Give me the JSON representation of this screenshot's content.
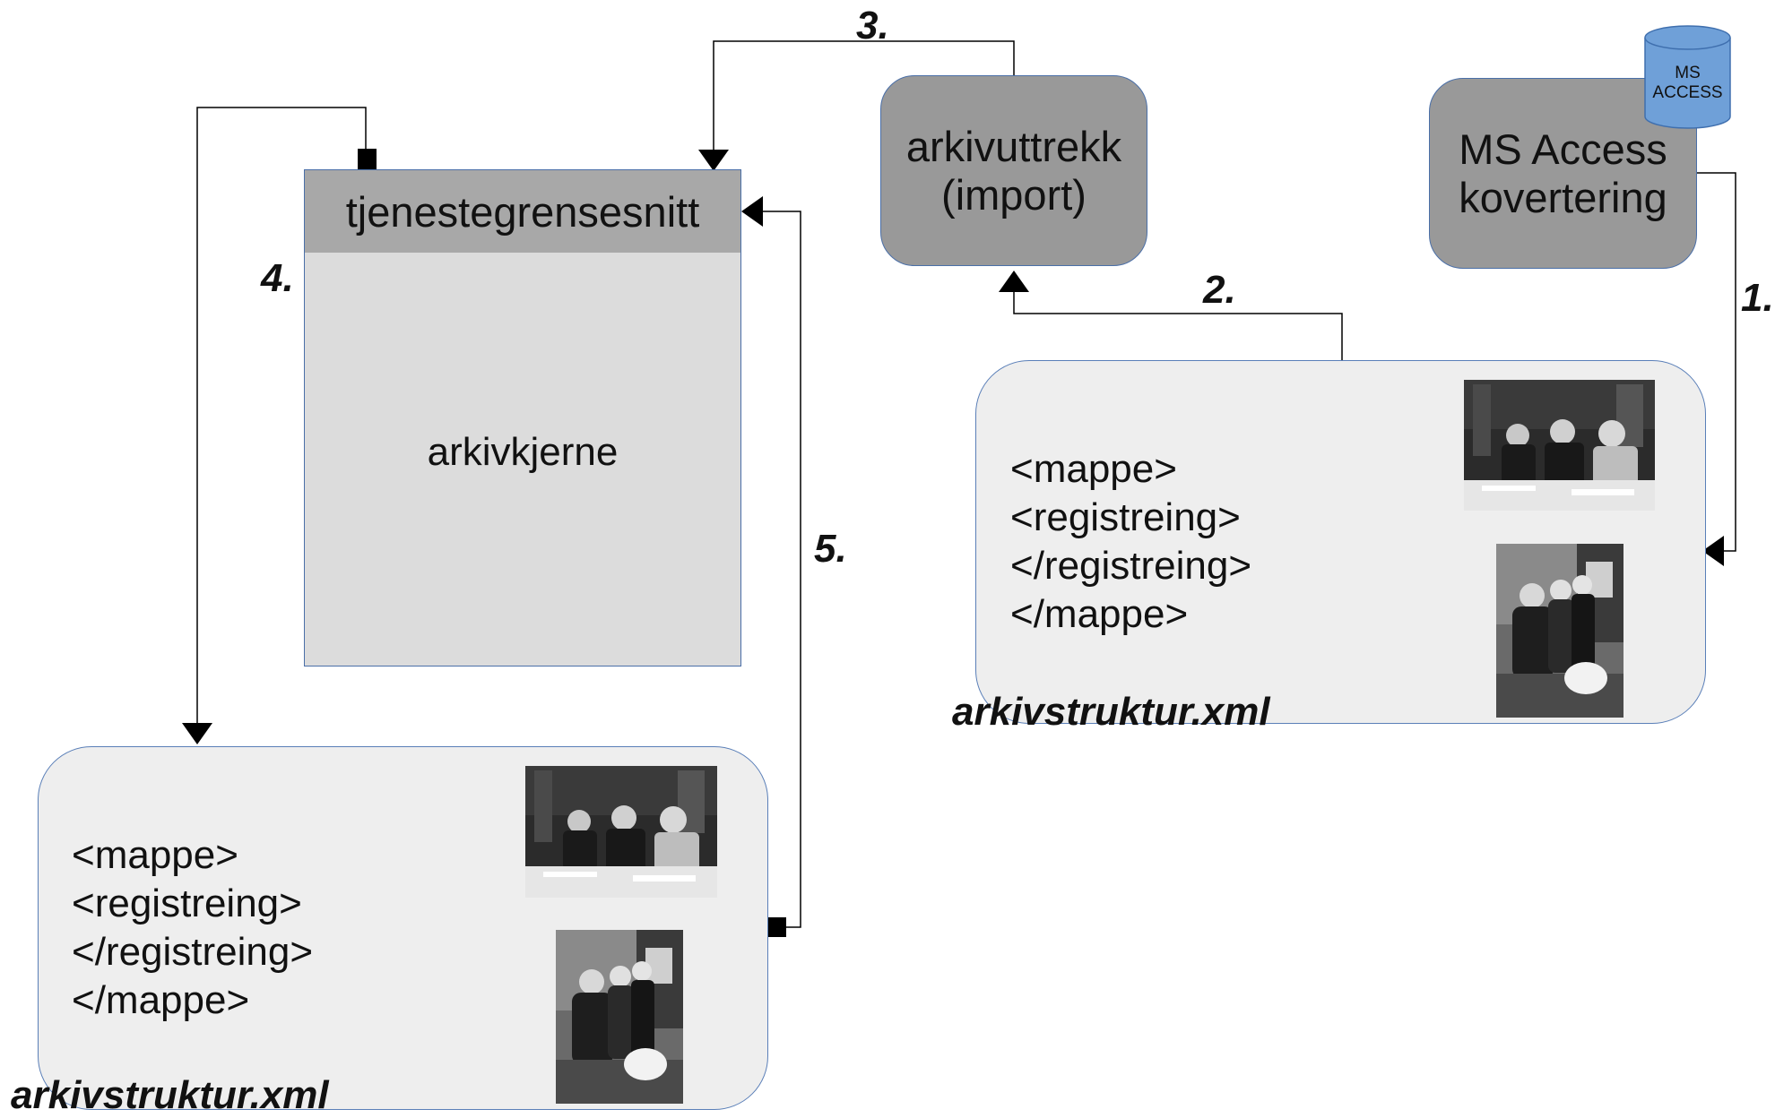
{
  "core": {
    "header": "tjenestegrensesnitt",
    "body": "arkivkjerne"
  },
  "export_box": {
    "label": "arkivuttrekk\n(import)"
  },
  "access_box": {
    "label": "MS Access\nkovertering",
    "db_icon": "database-icon",
    "db_label": "MS\nACCESS"
  },
  "xml_right": {
    "lines": "<mappe>\n<registreing>\n</registreing>\n</mappe>",
    "filename": "arkivstruktur.xml"
  },
  "xml_left": {
    "lines": "<mappe>\n<registreing>\n</registreing>\n</mappe>",
    "filename": "arkivstruktur.xml"
  },
  "steps": {
    "s1": "1.",
    "s2": "2.",
    "s3": "3.",
    "s4": "4.",
    "s5": "5."
  },
  "colors": {
    "dark_box": "#999999",
    "core_header": "#a8a8a8",
    "core_body": "#dcdcdc",
    "xml_fill": "#eeeeee",
    "border": "#4a6fa8",
    "db_fill": "#6fa0d8"
  }
}
